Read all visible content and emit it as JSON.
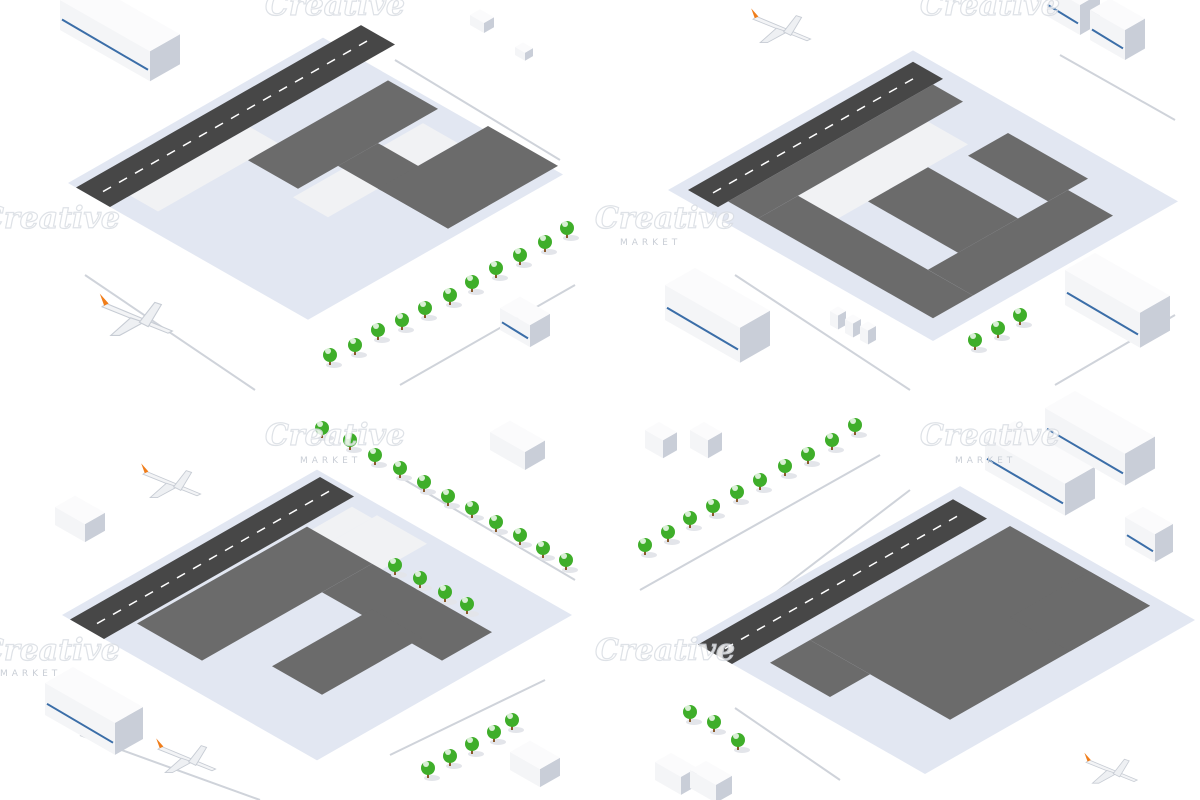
{
  "watermark": {
    "brand": "Creative",
    "sub": "MARKET"
  },
  "colors": {
    "background": "#ffffff",
    "platform": "#e2e7f2",
    "apron_light": "#f1f2f4",
    "runway": "#474747",
    "taxiway": "#6b6b6b",
    "pad": "#9e9e9e",
    "tree_leaf": "#3fae2a",
    "tree_trunk": "#8a5a2b",
    "building": "#f4f5f7",
    "building_shade": "#c9ced8",
    "window": "#3b6ea8",
    "plane_accent": "#f07d1a"
  },
  "scene": {
    "panels": [
      "airport-top-left",
      "airport-top-right",
      "airport-bottom-left",
      "airport-bottom-right"
    ]
  }
}
